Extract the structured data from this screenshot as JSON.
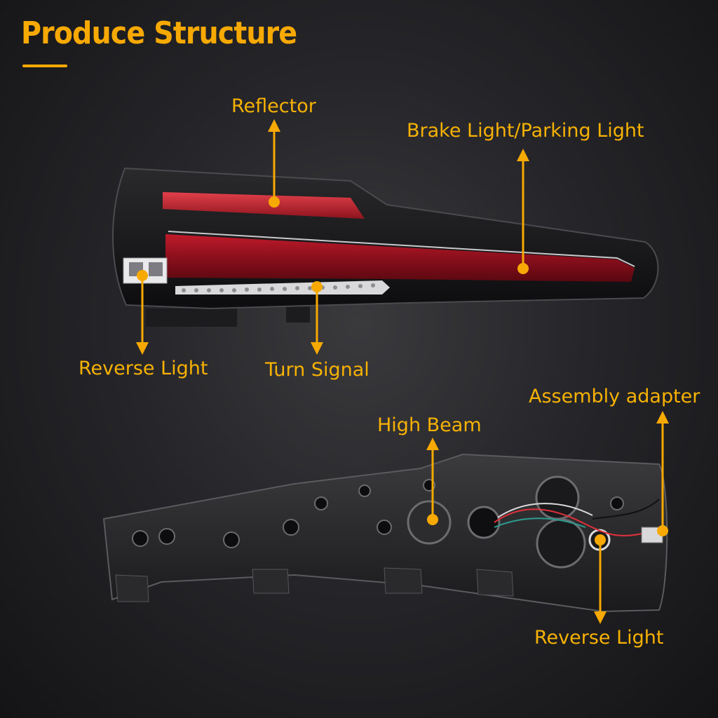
{
  "title": "Produce Structure",
  "accent_color": "#f7a900",
  "callouts": {
    "reflector": "Reflector",
    "brake_parking": "Brake Light/Parking Light",
    "reverse_front": "Reverse Light",
    "turn_signal": "Turn Signal",
    "high_beam": "High Beam",
    "assembly_adapter": "Assembly adapter",
    "reverse_back": "Reverse Light"
  }
}
